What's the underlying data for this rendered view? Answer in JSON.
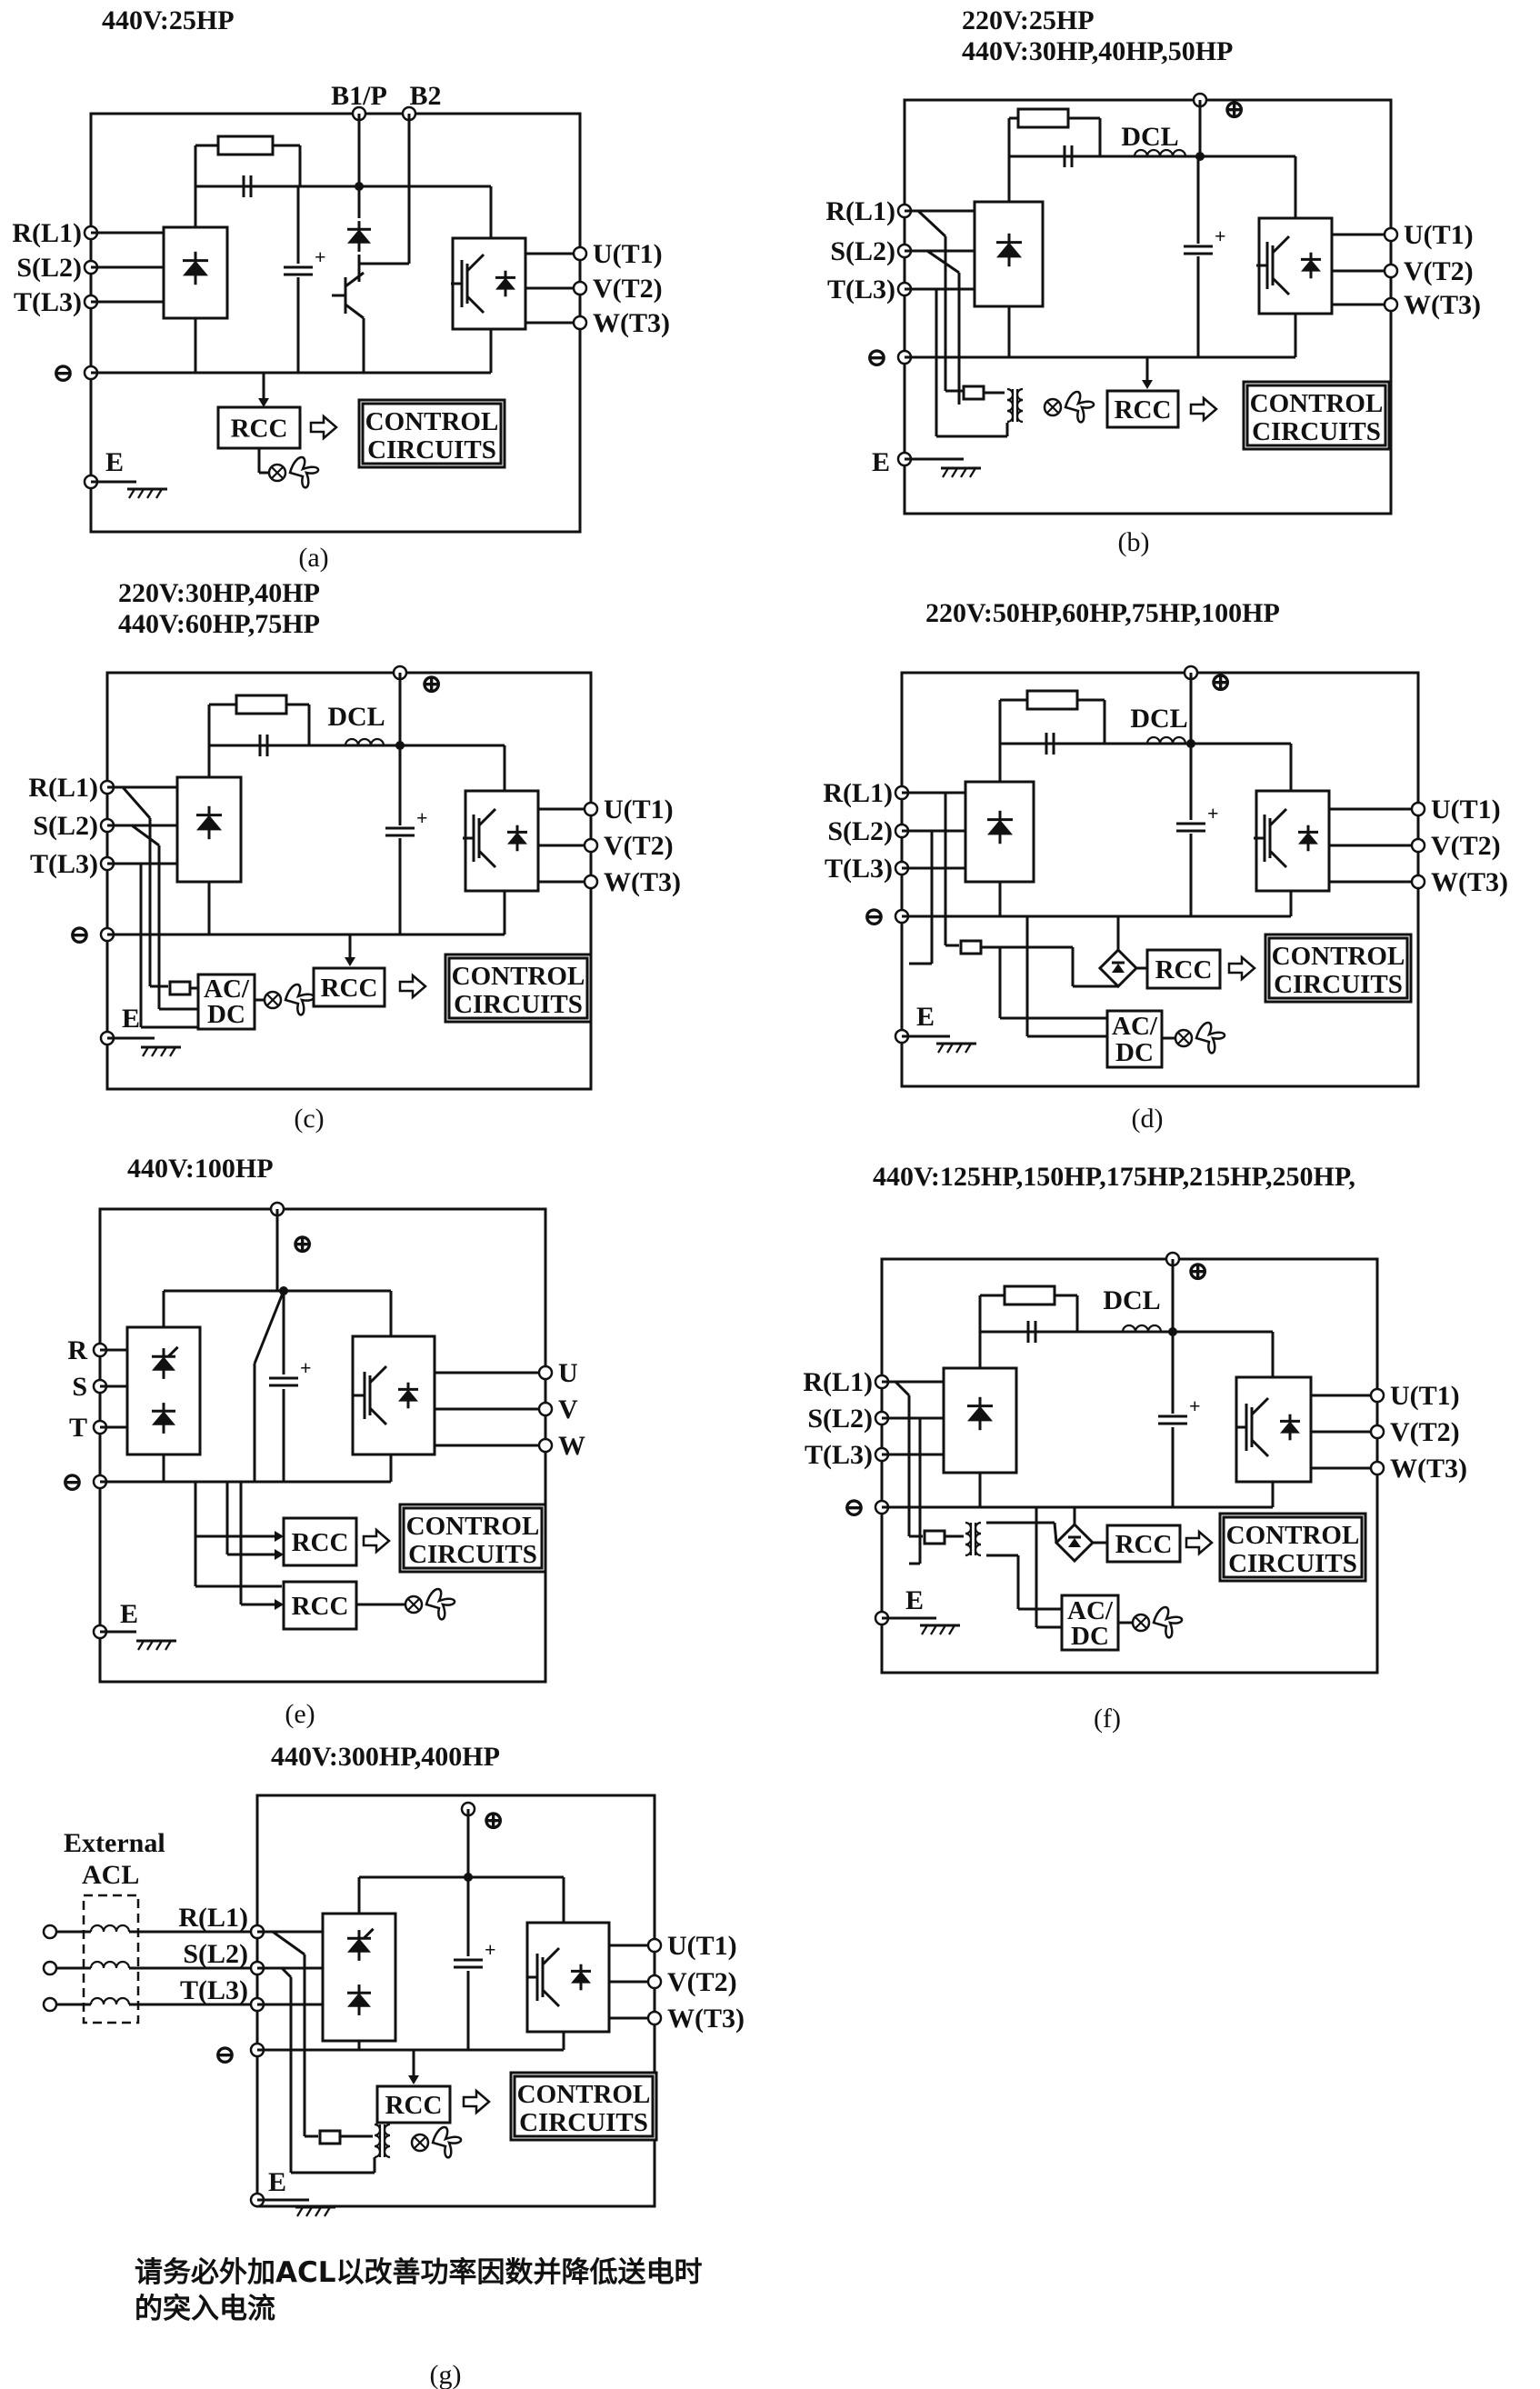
{
  "diagrams": [
    {
      "id": "a",
      "caption": "(a)",
      "header_lines": [
        "440V:25HP"
      ],
      "inputs": [
        "R(L1)",
        "S(L2)",
        "T(L3)"
      ],
      "outputs": [
        "U(T1)",
        "V(T2)",
        "W(T3)"
      ],
      "minus": "⊖",
      "earth": "E",
      "brake_terminals": [
        "B1/P",
        "B2"
      ],
      "rcc": "RCC",
      "control": [
        "CONTROL",
        "CIRCUITS"
      ]
    },
    {
      "id": "b",
      "caption": "(b)",
      "header_lines": [
        "220V:25HP",
        "440V:30HP,40HP,50HP"
      ],
      "inputs": [
        "R(L1)",
        "S(L2)",
        "T(L3)"
      ],
      "outputs": [
        "U(T1)",
        "V(T2)",
        "W(T3)"
      ],
      "minus": "⊖",
      "plus": "⊕",
      "earth": "E",
      "dcl": "DCL",
      "rcc": "RCC",
      "control": [
        "CONTROL",
        "CIRCUITS"
      ]
    },
    {
      "id": "c",
      "caption": "(c)",
      "header_lines": [
        "220V:30HP,40HP",
        "440V:60HP,75HP"
      ],
      "inputs": [
        "R(L1)",
        "S(L2)",
        "T(L3)"
      ],
      "outputs": [
        "U(T1)",
        "V(T2)",
        "W(T3)"
      ],
      "minus": "⊖",
      "plus": "⊕",
      "earth": "E",
      "dcl": "DCL",
      "rcc": "RCC",
      "acdc": [
        "AC/",
        "DC"
      ],
      "control": [
        "CONTROL",
        "CIRCUITS"
      ]
    },
    {
      "id": "d",
      "caption": "(d)",
      "header_lines": [
        "220V:50HP,60HP,75HP,100HP"
      ],
      "inputs": [
        "R(L1)",
        "S(L2)",
        "T(L3)"
      ],
      "outputs": [
        "U(T1)",
        "V(T2)",
        "W(T3)"
      ],
      "minus": "⊖",
      "plus": "⊕",
      "earth": "E",
      "dcl": "DCL",
      "rcc": "RCC",
      "acdc": [
        "AC/",
        "DC"
      ],
      "control": [
        "CONTROL",
        "CIRCUITS"
      ]
    },
    {
      "id": "e",
      "caption": "(e)",
      "header_lines": [
        "440V:100HP"
      ],
      "inputs": [
        "R",
        "S",
        "T"
      ],
      "outputs": [
        "U",
        "V",
        "W"
      ],
      "minus": "⊖",
      "plus": "⊕",
      "earth": "E",
      "rcc": "RCC",
      "rcc2": "RCC",
      "control": [
        "CONTROL",
        "CIRCUITS"
      ]
    },
    {
      "id": "f",
      "caption": "(f)",
      "header_lines": [
        "440V:125HP,150HP,175HP,215HP,250HP,"
      ],
      "inputs": [
        "R(L1)",
        "S(L2)",
        "T(L3)"
      ],
      "outputs": [
        "U(T1)",
        "V(T2)",
        "W(T3)"
      ],
      "minus": "⊖",
      "plus": "⊕",
      "earth": "E",
      "dcl": "DCL",
      "rcc": "RCC",
      "acdc": [
        "AC/",
        "DC"
      ],
      "control": [
        "CONTROL",
        "CIRCUITS"
      ]
    },
    {
      "id": "g",
      "caption": "(g)",
      "header_lines": [
        "440V:300HP,400HP"
      ],
      "inputs": [
        "R(L1)",
        "S(L2)",
        "T(L3)"
      ],
      "outputs": [
        "U(T1)",
        "V(T2)",
        "W(T3)"
      ],
      "minus": "⊖",
      "plus": "⊕",
      "earth": "E",
      "rcc": "RCC",
      "control": [
        "CONTROL",
        "CIRCUITS"
      ],
      "external_acl": [
        "External",
        "ACL"
      ],
      "note_lines": [
        "请务必外加ACL以改善功率因数并降低送电时",
        "的突入电流"
      ]
    }
  ],
  "icons": [
    "diode-icon",
    "igbt-icon",
    "capacitor-icon",
    "resistor-icon",
    "inductor-icon",
    "fan-icon",
    "ground-icon",
    "relay-coil-icon",
    "transformer-icon",
    "bridge-rectifier-icon",
    "thyristor-icon",
    "hollow-arrow-icon"
  ]
}
